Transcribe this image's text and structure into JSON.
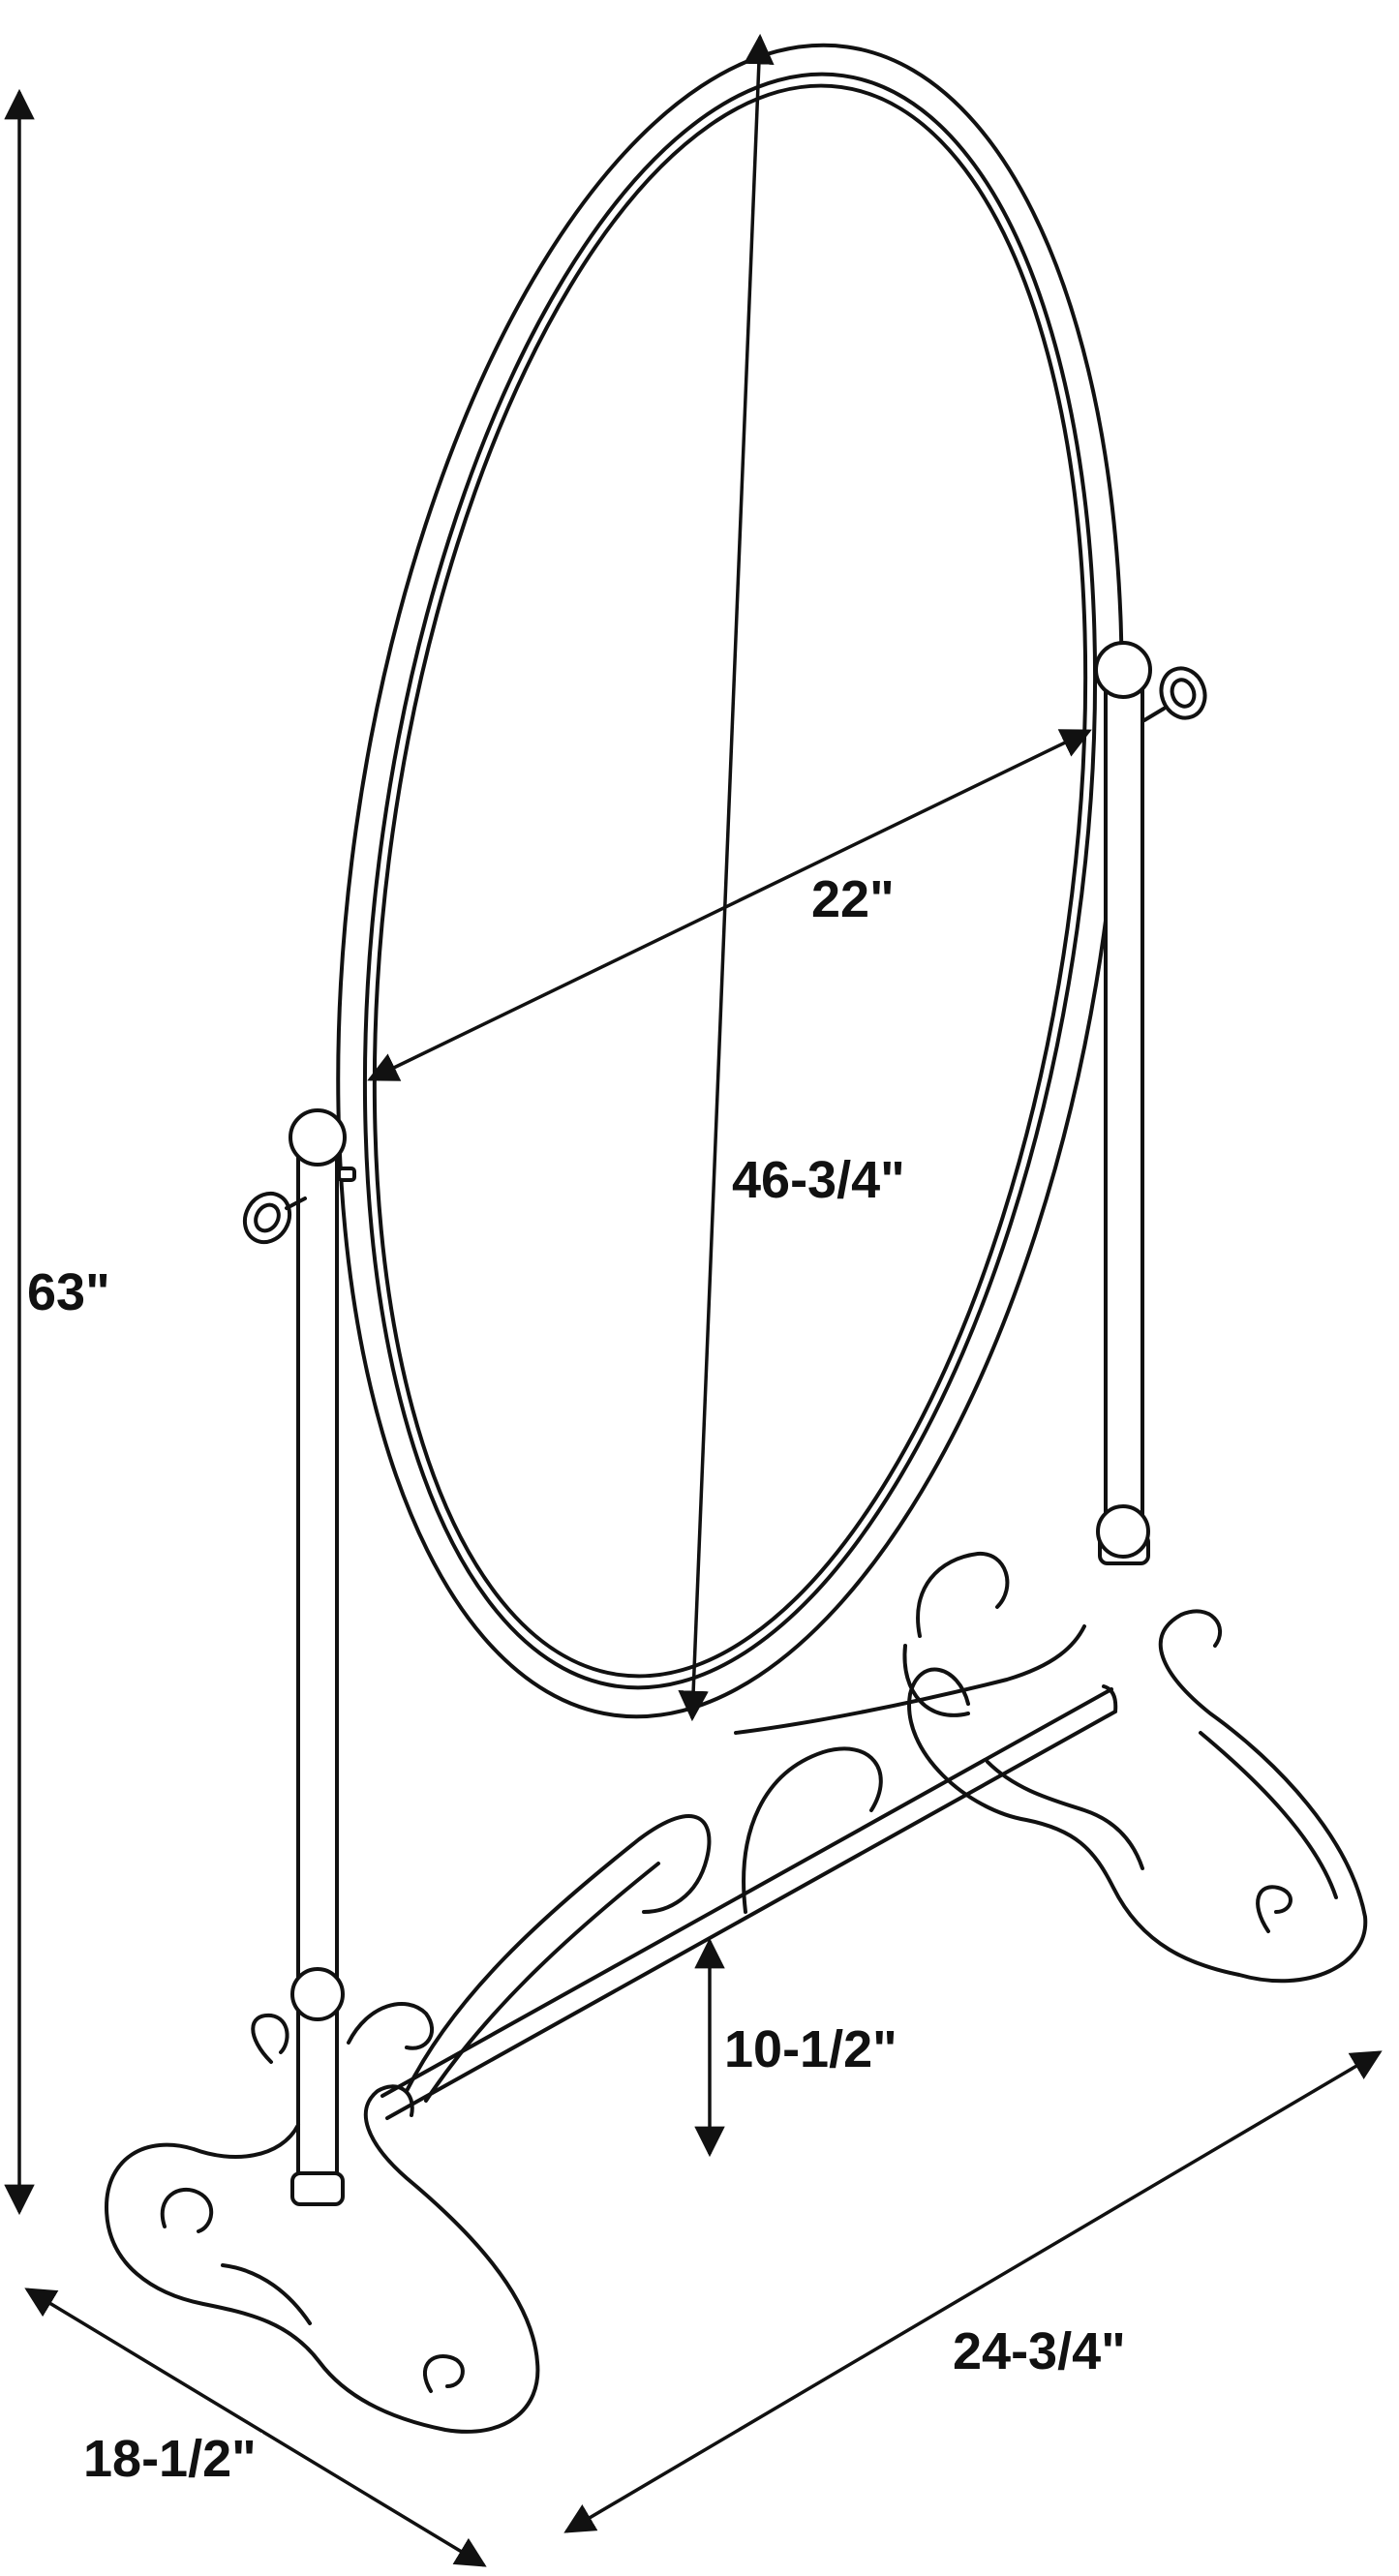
{
  "dimensions": {
    "overall_height": "63\"",
    "mirror_width": "22\"",
    "mirror_height": "46-3/4\"",
    "clearance": "10-1/2\"",
    "base_width": "24-3/4\"",
    "base_depth": "18-1/2\""
  },
  "colors": {
    "ink": "#111111",
    "background": "#ffffff"
  }
}
